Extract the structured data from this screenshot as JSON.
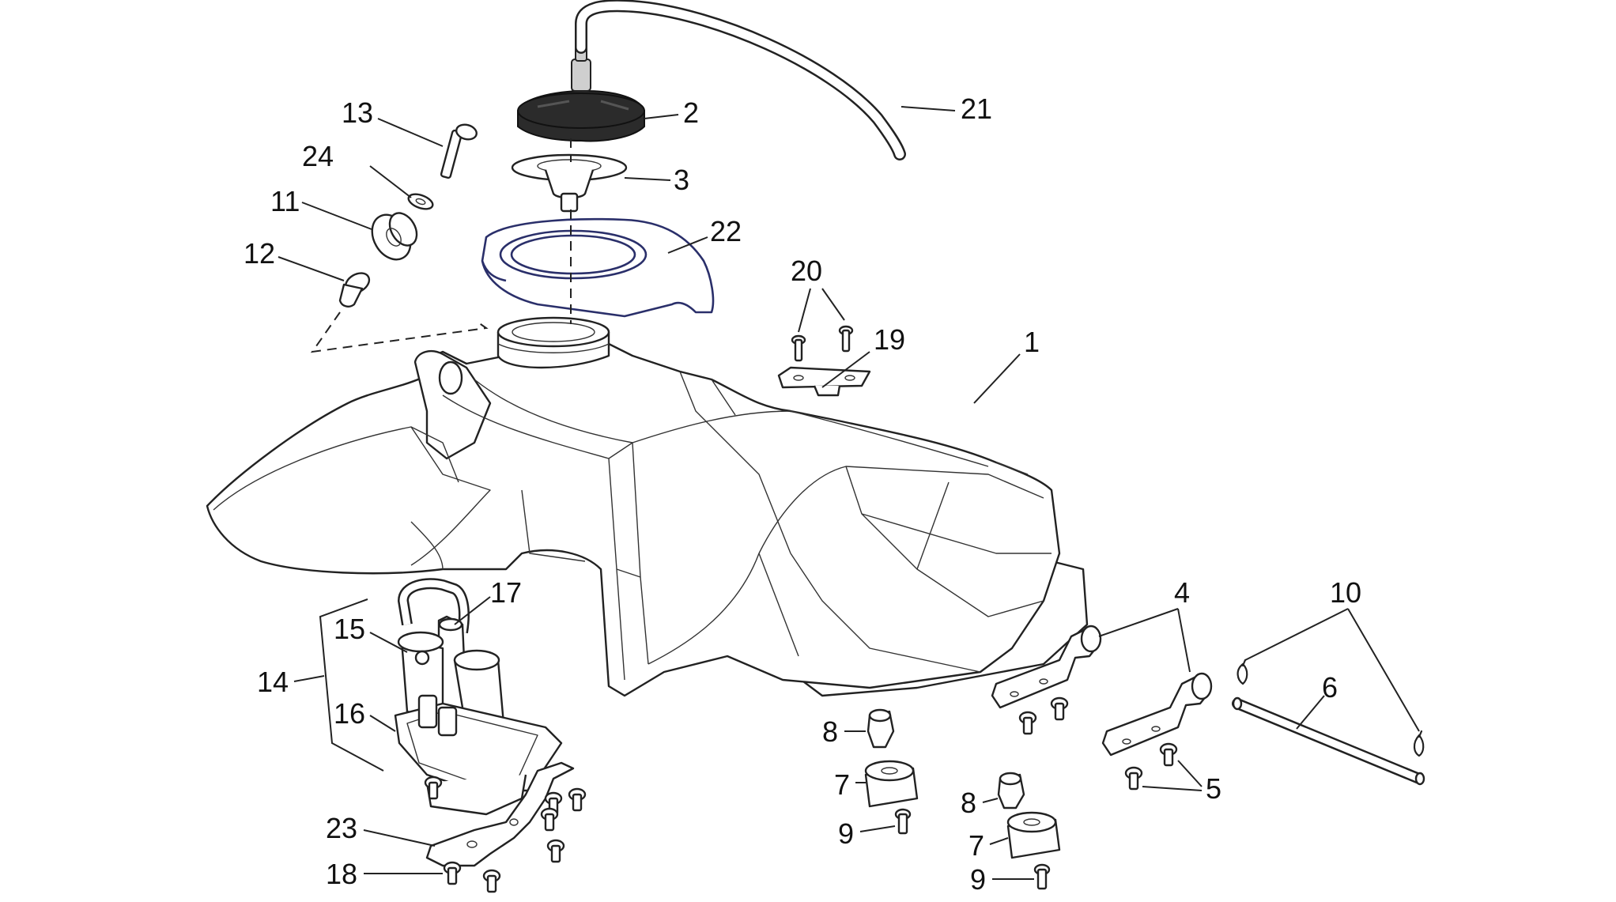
{
  "callouts": {
    "c1": "1",
    "c2": "2",
    "c3": "3",
    "c4": "4",
    "c5": "5",
    "c6": "6",
    "c7a": "7",
    "c7b": "7",
    "c8a": "8",
    "c8b": "8",
    "c9a": "9",
    "c9b": "9",
    "c10": "10",
    "c11": "11",
    "c12": "12",
    "c13": "13",
    "c14": "14",
    "c15": "15",
    "c16": "16",
    "c17": "17",
    "c18": "18",
    "c19": "19",
    "c20": "20",
    "c21": "21",
    "c22": "22",
    "c23": "23",
    "c24": "24"
  },
  "colors": {
    "line": "#222222",
    "cover_outline": "#2a2f6a",
    "cap_fill": "#2b2b2b",
    "background": "#ffffff"
  }
}
